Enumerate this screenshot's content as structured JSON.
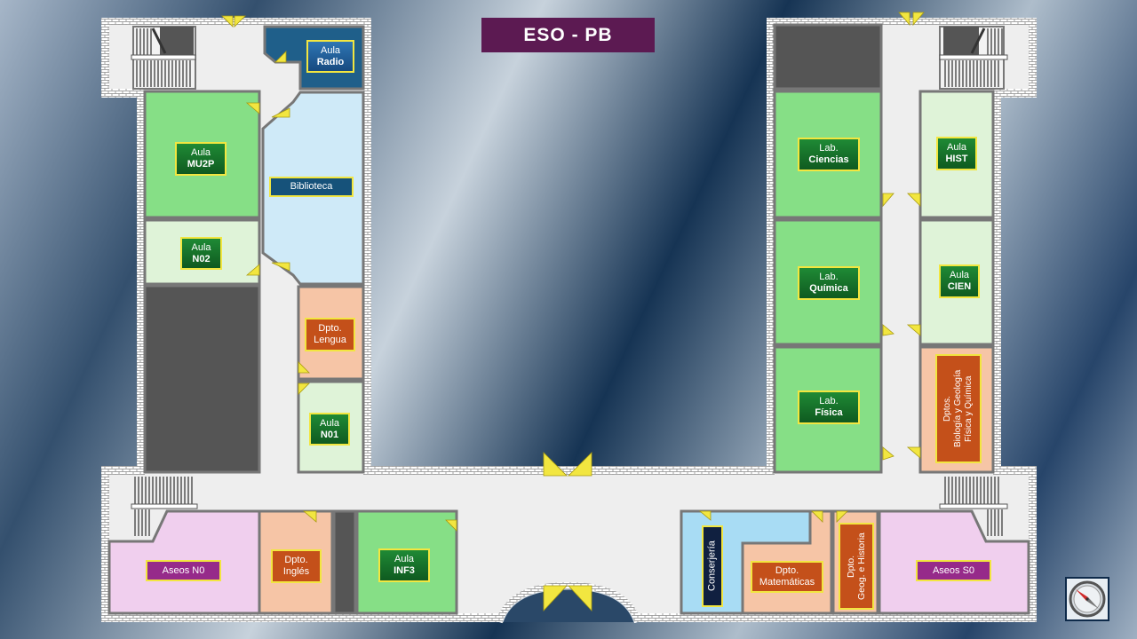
{
  "title": "ESO  -  PB",
  "rooms": {
    "radio": {
      "l1": "Aula",
      "l2": "Radio"
    },
    "mu2p": {
      "l1": "Aula",
      "l2": "MU2P"
    },
    "biblioteca": "Biblioteca",
    "n02": {
      "l1": "Aula",
      "l2": "N02"
    },
    "lengua": {
      "l1": "Dpto.",
      "l2": "Lengua"
    },
    "n01": {
      "l1": "Aula",
      "l2": "N01"
    },
    "ciencias": {
      "l1": "Lab.",
      "l2": "Ciencias"
    },
    "hist": {
      "l1": "Aula",
      "l2": "HIST"
    },
    "quimica": {
      "l1": "Lab.",
      "l2": "Química"
    },
    "cien": {
      "l1": "Aula",
      "l2": "CIEN"
    },
    "fisica": {
      "l1": "Lab.",
      "l2": "Física"
    },
    "dptos_ciencias": "Dptos.\nBiología y Geología\nFísica y Química",
    "aseos_n0": "Aseos  N0",
    "ingles": {
      "l1": "Dpto.",
      "l2": "Inglés"
    },
    "inf3": {
      "l1": "Aula",
      "l2": "INF3"
    },
    "conserjeria": "Conserjería",
    "matematicas": {
      "l1": "Dpto.",
      "l2": "Matemáticas"
    },
    "geografia": "Dpto.\nGeog. e Historia",
    "aseos_s0": "Aseos  S0"
  },
  "colors": {
    "green": "#86df86",
    "light_green": "#dff3d8",
    "light_blue": "#cfeaf8",
    "peach": "#f6c5a6",
    "pink": "#f0cfee",
    "dark_gray": "#555555",
    "corridor": "#eeeeee",
    "wall": "#777777",
    "radio": "#1f5f8a",
    "door": "#f2e640"
  }
}
